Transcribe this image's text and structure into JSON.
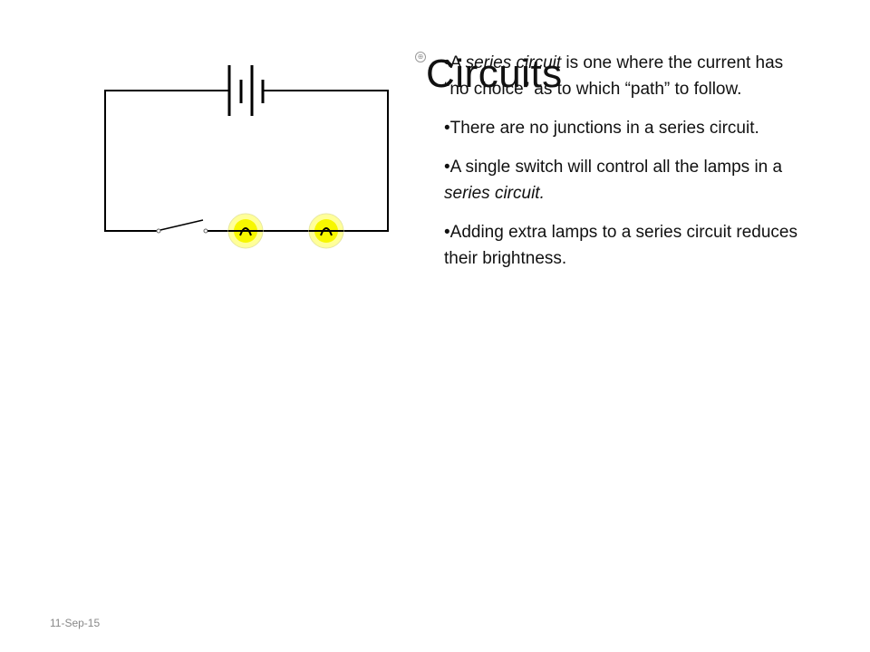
{
  "title": "Circuits",
  "bullets": [
    {
      "pre": "•A ",
      "em": "series circuit",
      "post": " is one where the current has “no choice” as to which “path” to follow."
    },
    {
      "pre": "•There are no junctions in a series circuit.",
      "em": "",
      "post": ""
    },
    {
      "pre": "•A single switch will control all the lamps in a  ",
      "em": "series circuit.",
      "post": ""
    },
    {
      "pre": "•Adding extra lamps to a series circuit reduces their brightness.",
      "em": "",
      "post": ""
    }
  ],
  "footer": {
    "date": "11-Sep-15"
  },
  "colors": {
    "lamp_glow": "#ffff99",
    "lamp_core": "#f7f700",
    "wire": "#000000"
  },
  "icons": {
    "battery": "battery-icon",
    "switch": "switch-icon",
    "lamp": "lamp-icon"
  }
}
